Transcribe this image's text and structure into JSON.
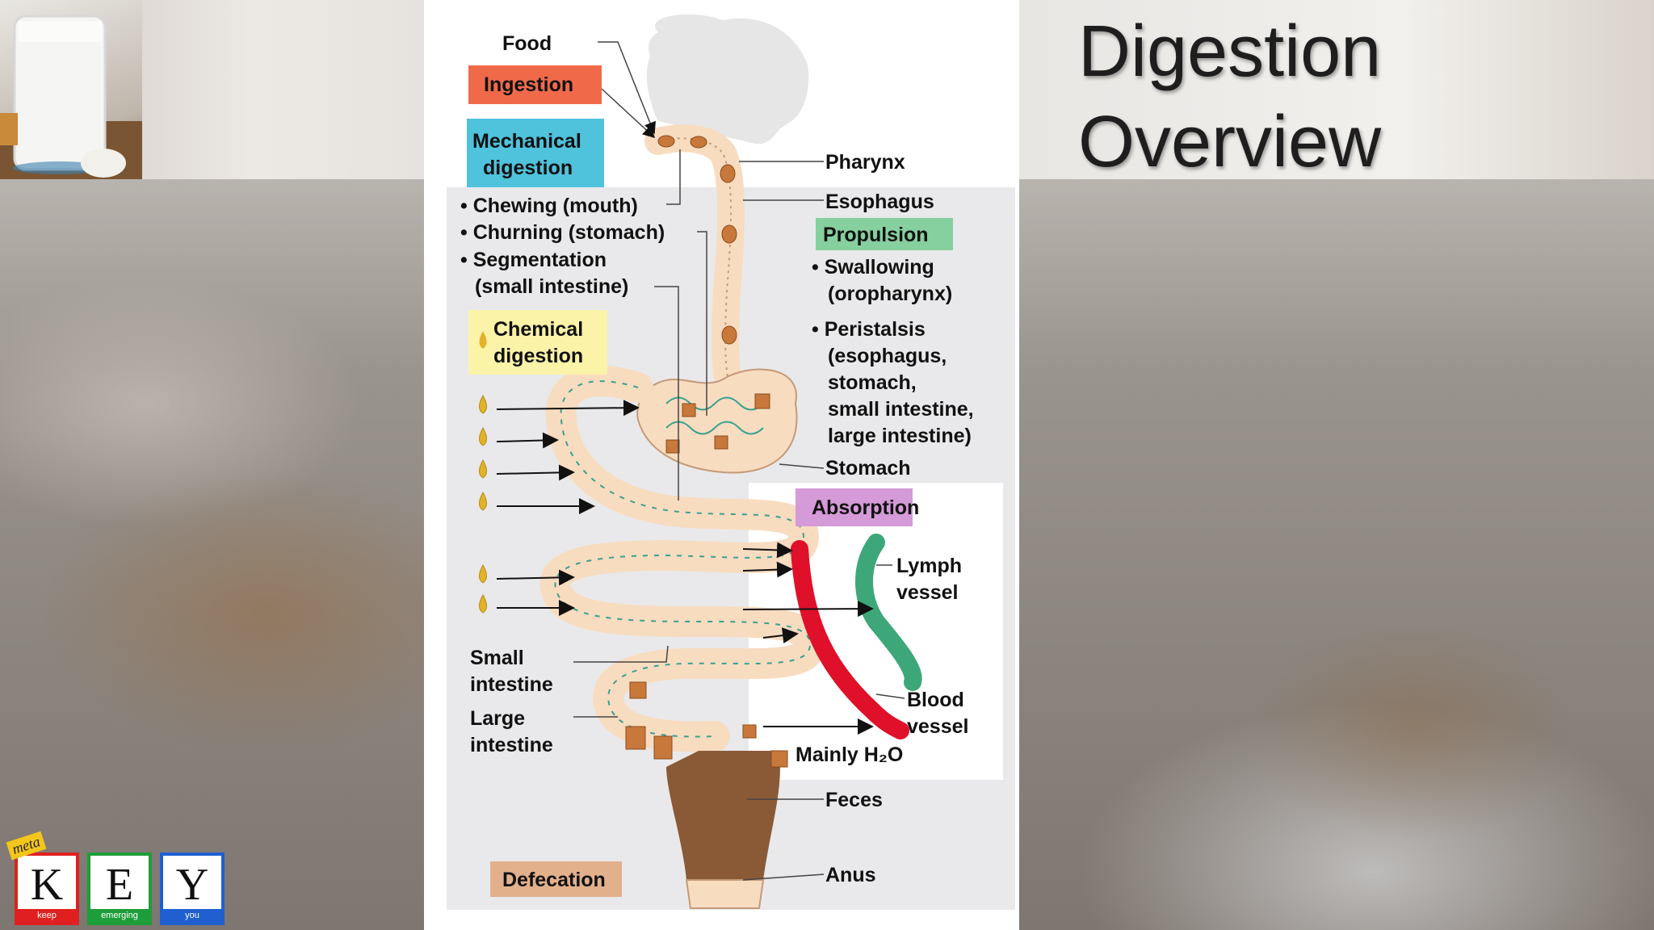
{
  "slide": {
    "title_line1": "Digestion",
    "title_line2": "Overview"
  },
  "diagram": {
    "food": "Food",
    "ingestion": "Ingestion",
    "mechanical_line1": "Mechanical",
    "mechanical_line2": "digestion",
    "mech_items": [
      "• Chewing (mouth)",
      "• Churning (stomach)",
      "• Segmentation",
      "(small intestine)"
    ],
    "chemical_line1": "Chemical",
    "chemical_line2": "digestion",
    "pharynx": "Pharynx",
    "esophagus": "Esophagus",
    "propulsion": "Propulsion",
    "prop_items": [
      "• Swallowing",
      "(oropharynx)",
      "• Peristalsis",
      "(esophagus,",
      "stomach,",
      "small intestine,",
      "large intestine)"
    ],
    "stomach": "Stomach",
    "absorption": "Absorption",
    "lymph_line1": "Lymph",
    "lymph_line2": "vessel",
    "small_line1": "Small",
    "small_line2": "intestine",
    "large_line1": "Large",
    "large_line2": "intestine",
    "blood_line1": "Blood",
    "blood_line2": "vessel",
    "water": "Mainly H₂O",
    "feces": "Feces",
    "anus": "Anus",
    "defecation": "Defecation"
  },
  "logo": {
    "prefix": "meta",
    "letters": [
      "K",
      "E",
      "Y"
    ],
    "words": [
      "keep",
      "emerging",
      "you"
    ],
    "colors": [
      "#e02020",
      "#1e9e3a",
      "#1f5fd0"
    ]
  },
  "colors": {
    "ingestion": "#f06a4a",
    "mechanical": "#4fc2dc",
    "chemical": "#fbf3a8",
    "propulsion": "#86cf9f",
    "absorption": "#d59ad8",
    "defecation": "#e3b08c",
    "tract": "#f8dcc0",
    "blood": "#e0102a",
    "lymph": "#3ea77a"
  }
}
